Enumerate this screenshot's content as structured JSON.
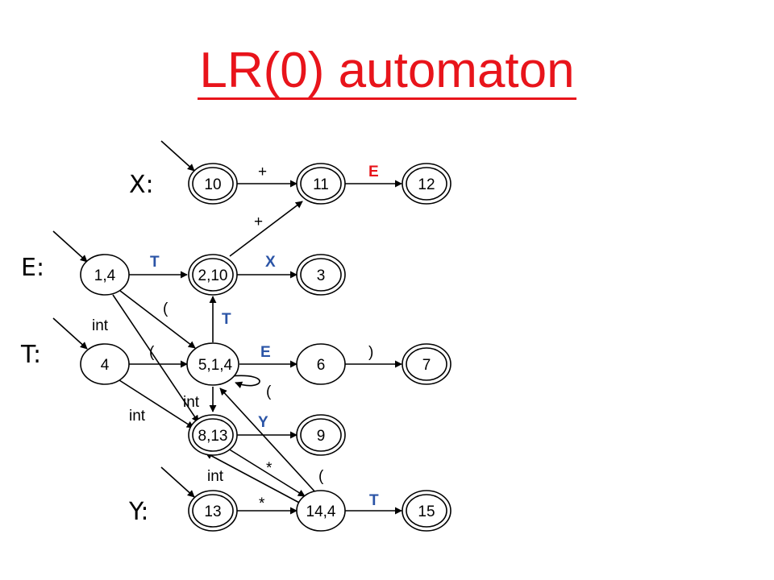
{
  "title": "LR(0) automaton",
  "nonterminals": {
    "x": "X:",
    "e": "E:",
    "t": "T:",
    "y": "Y:"
  },
  "states": {
    "s10": "10",
    "s11": "11",
    "s12": "12",
    "s14": "1,4",
    "s210": "2,10",
    "s3": "3",
    "s4": "4",
    "s514": "5,1,4",
    "s6": "6",
    "s7": "7",
    "s813": "8,13",
    "s9": "9",
    "s13": "13",
    "s144": "14,4",
    "s15": "15"
  },
  "transitions": {
    "plus_10_11": "+",
    "e_11_12": "E",
    "plus_210_11": "+",
    "t_14_210": "T",
    "x_210_3": "X",
    "paren_14_514": "(",
    "t_514_210": "T",
    "int_14_813": "int",
    "paren_4_514": "(",
    "e_514_6": "E",
    "close_6_7": ")",
    "paren_514_self": "(",
    "int_514_813": "int",
    "int_4_813": "int",
    "y_813_9": "Y",
    "star_813_144": "*",
    "paren_144_514": "(",
    "int_144_813": "int",
    "star_13_144": "*",
    "t_144_15": "T"
  },
  "colors": {
    "title": "#e8141b",
    "terminal": "#2b54a6",
    "highlight": "#e8141b",
    "ink": "#000000"
  }
}
